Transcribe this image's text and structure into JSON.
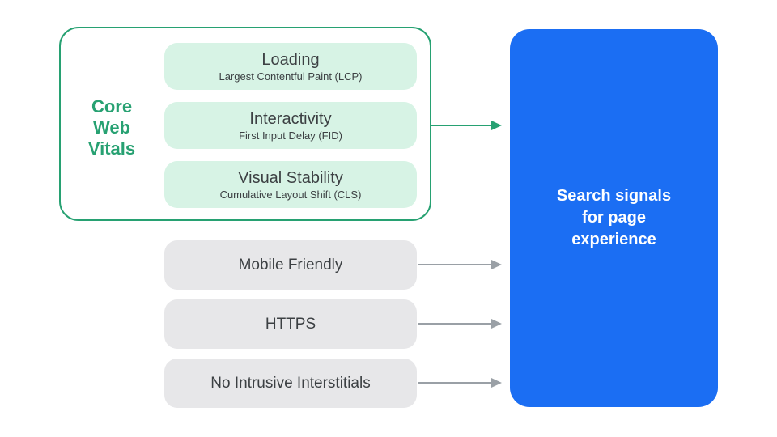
{
  "diagram": {
    "core_group": {
      "label": "Core\nWeb\nVitals",
      "vitals": [
        {
          "title": "Loading",
          "subtitle": "Largest Contentful Paint (LCP)"
        },
        {
          "title": "Interactivity",
          "subtitle": "First Input Delay (FID)"
        },
        {
          "title": "Visual Stability",
          "subtitle": "Cumulative Layout Shift (CLS)"
        }
      ]
    },
    "other_signals": [
      {
        "label": "Mobile Friendly"
      },
      {
        "label": "HTTPS"
      },
      {
        "label": "No Intrusive Interstitials"
      }
    ],
    "result": {
      "label": "Search signals\nfor page\nexperience"
    },
    "colors": {
      "green": "#27A172",
      "green_light": "#D7F3E5",
      "gray_box": "#E7E7E9",
      "blue": "#1B6EF3",
      "text_dark": "#3C4043",
      "arrow_gray": "#9AA0A6",
      "white": "#FFFFFF"
    }
  }
}
